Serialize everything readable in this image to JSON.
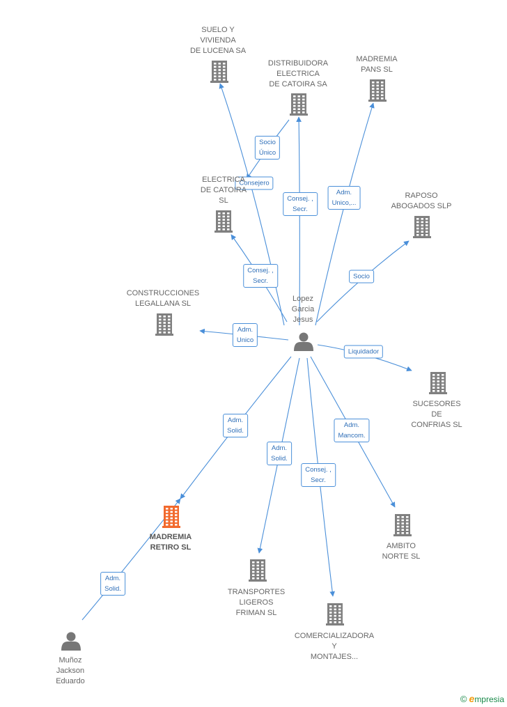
{
  "colors": {
    "edge": "#4a8fd9",
    "company": "#808080",
    "focus_company": "#f26a2e",
    "person": "#777777"
  },
  "nodes": [
    {
      "id": "suelo",
      "type": "company",
      "icon": "building-icon",
      "lines": [
        "SUELO Y",
        "VIVIENDA",
        "DE LUCENA SA"
      ]
    },
    {
      "id": "distribuidora",
      "type": "company",
      "icon": "building-icon",
      "lines": [
        "DISTRIBUIDORA",
        "ELECTRICA",
        "DE CATOIRA SA"
      ]
    },
    {
      "id": "madremia_pans",
      "type": "company",
      "icon": "building-icon",
      "lines": [
        "MADREMIA",
        "PANS  SL"
      ]
    },
    {
      "id": "electrica_catoira_sl",
      "type": "company",
      "icon": "building-icon",
      "lines": [
        "ELECTRICA",
        "DE CATOIRA",
        "SL"
      ]
    },
    {
      "id": "raposo",
      "type": "company",
      "icon": "building-icon",
      "lines": [
        "RAPOSO",
        "ABOGADOS  SLP"
      ]
    },
    {
      "id": "construcciones",
      "type": "company",
      "icon": "building-icon",
      "lines": [
        "CONSTRUCCIONES",
        "LEGALLANA SL"
      ]
    },
    {
      "id": "lopez",
      "type": "person",
      "icon": "person-icon",
      "lines": [
        "Lopez",
        "Garcia",
        "Jesus"
      ]
    },
    {
      "id": "sucesores",
      "type": "company",
      "icon": "building-icon",
      "lines": [
        "SUCESORES",
        "DE",
        "CONFRIAS SL"
      ]
    },
    {
      "id": "madremia_retiro",
      "type": "company",
      "icon": "building-icon",
      "focus": true,
      "lines": [
        "MADREMIA",
        "RETIRO  SL"
      ]
    },
    {
      "id": "ambito",
      "type": "company",
      "icon": "building-icon",
      "lines": [
        "AMBITO",
        "NORTE  SL"
      ]
    },
    {
      "id": "transportes",
      "type": "company",
      "icon": "building-icon",
      "lines": [
        "TRANSPORTES",
        "LIGEROS",
        "FRIMAN SL"
      ]
    },
    {
      "id": "comercializadora",
      "type": "company",
      "icon": "building-icon",
      "lines": [
        "COMERCIALIZADORA",
        "Y",
        "MONTAJES..."
      ]
    },
    {
      "id": "munoz",
      "type": "person",
      "icon": "person-icon",
      "lines": [
        "Muñoz",
        "Jackson",
        "Eduardo"
      ]
    }
  ],
  "edges": [
    {
      "from": "lopez",
      "to": "suelo",
      "lines": [
        "Consejero"
      ]
    },
    {
      "from": "distribuidora",
      "to": "electrica_catoira_sl",
      "lines": [
        "Socio",
        "Único"
      ]
    },
    {
      "from": "lopez",
      "to": "distribuidora",
      "lines": [
        "Consej. ,",
        "Secr."
      ]
    },
    {
      "from": "lopez",
      "to": "madremia_pans",
      "lines": [
        "Adm.",
        "Unico,..."
      ]
    },
    {
      "from": "lopez",
      "to": "electrica_catoira_sl",
      "lines": [
        "Consej. ,",
        "Secr."
      ]
    },
    {
      "from": "lopez",
      "to": "raposo",
      "lines": [
        "Socio"
      ]
    },
    {
      "from": "lopez",
      "to": "construcciones",
      "lines": [
        "Adm.",
        "Unico"
      ]
    },
    {
      "from": "lopez",
      "to": "sucesores",
      "lines": [
        "Liquidador"
      ]
    },
    {
      "from": "lopez",
      "to": "madremia_retiro",
      "lines": [
        "Adm.",
        "Solid."
      ]
    },
    {
      "from": "lopez",
      "to": "ambito",
      "lines": [
        "Adm.",
        "Mancom."
      ]
    },
    {
      "from": "lopez",
      "to": "transportes",
      "lines": [
        "Adm.",
        "Solid."
      ]
    },
    {
      "from": "lopez",
      "to": "comercializadora",
      "lines": [
        "Consej. ,",
        "Secr."
      ]
    },
    {
      "from": "munoz",
      "to": "madremia_retiro",
      "lines": [
        "Adm.",
        "Solid."
      ]
    }
  ],
  "brand": {
    "symbol": "©",
    "initial": "e",
    "rest": "mpresia"
  }
}
